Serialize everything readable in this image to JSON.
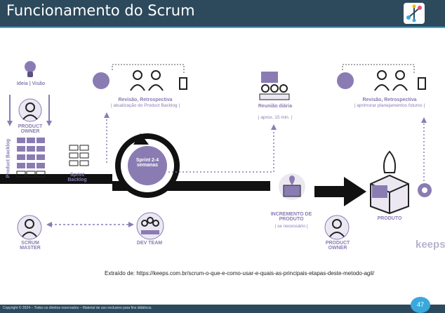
{
  "header": {
    "title": "Funcionamento do Scrum"
  },
  "left": {
    "ideia": "Ideia | Visão",
    "product_owner": "PRODUCT OWNER",
    "product_backlog": "Product Backlog",
    "sprint_backlog": "Sprint Backlog",
    "scrum_master": "SCRUM MASTER",
    "dev_team": "DEV TEAM"
  },
  "review1": {
    "title": "Revisão, Retrospectiva",
    "sub": "| atualização do Product Backlog |"
  },
  "sprint": {
    "label": "Sprint 2-4 semanas"
  },
  "daily": {
    "title": "Reunião diária",
    "sub": "| aprox. 15 min. |"
  },
  "review2": {
    "title": "Revisão, Retrospectiva",
    "sub": "| aprimorar planejamentos futuros |"
  },
  "increment": {
    "title": "INCREMENTO DE PRODUTO",
    "sub": "| se necessário |"
  },
  "product": {
    "label": "PRODUTO"
  },
  "product_owner2": "PRODUCT OWNER",
  "brand": "keeps",
  "source": "Extraído de: https://keeps.com.br/scrum-o-que-e-como-usar-e-quais-as-principais-etapas-deste-metodo-agil/",
  "footer": {
    "text": "Copyright © 2024 – Todos os direitos reservados – Material de uso exclusivo para fins didáticos.",
    "page": "47"
  },
  "colors": {
    "purple": "#8a7cb3",
    "dark_purple": "#5c5084",
    "header": "#2c4a5c",
    "accent": "#3aa8dc"
  }
}
